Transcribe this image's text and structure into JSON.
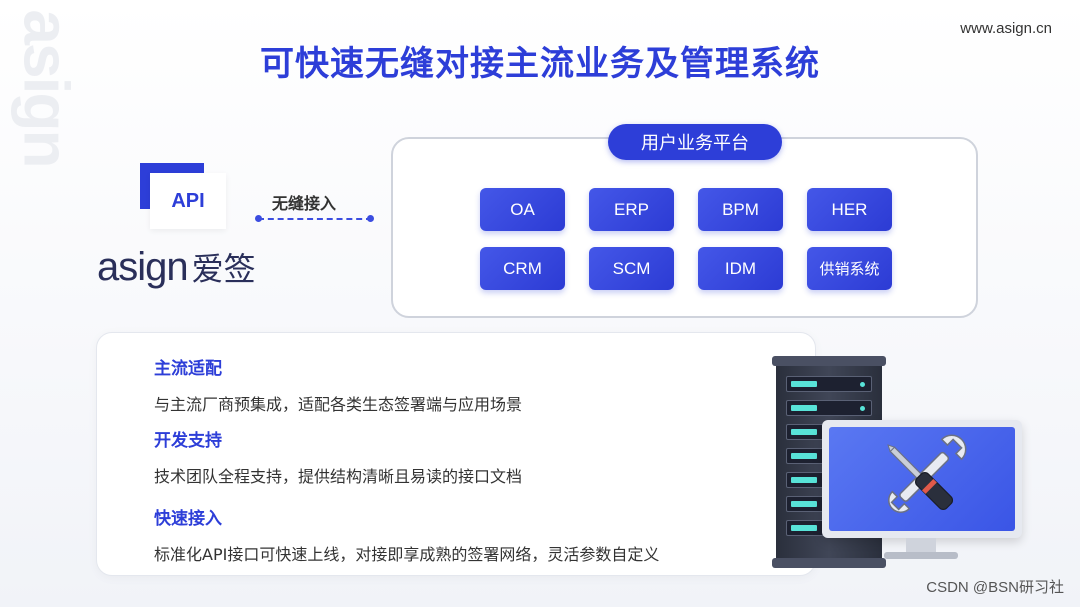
{
  "watermark_text": "asign",
  "site_url": "www.asign.cn",
  "page_title": "可快速无缝对接主流业务及管理系统",
  "api_logo": {
    "label": "API"
  },
  "brand": {
    "latin": "asign",
    "chinese": "爱签"
  },
  "connector": {
    "label": "无缝接入"
  },
  "platform": {
    "title": "用户业务平台",
    "systems": [
      "OA",
      "ERP",
      "BPM",
      "HER",
      "CRM",
      "SCM",
      "IDM",
      "供销系统"
    ]
  },
  "features": [
    {
      "title": "主流适配",
      "desc": "与主流厂商预集成，适配各类生态签署端与应用场景"
    },
    {
      "title": "开发支持",
      "desc": "技术团队全程支持，提供结构清晰且易读的接口文档"
    },
    {
      "title": "快速接入",
      "desc": "标准化API接口可快速上线，对接即享成熟的签署网络，灵活参数自定义"
    }
  ],
  "illustration": {
    "server_icon": "server-rack-icon",
    "tools_icon": "wrench-screwdriver-icon"
  },
  "footer_credit": "CSDN @BSN研习社",
  "colors": {
    "accent": "#2d3ed8",
    "teal": "#58e3d8"
  }
}
